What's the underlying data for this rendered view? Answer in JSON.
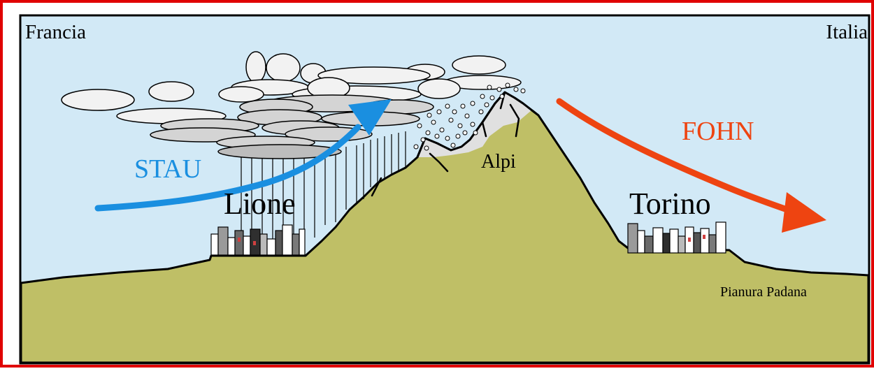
{
  "labels": {
    "francia": "Francia",
    "italia": "Italia",
    "stau": "STAU",
    "fohn": "FOHN",
    "lione": "Lione",
    "torino": "Torino",
    "alpi": "Alpi",
    "pianura_padana": "Pianura Padana"
  },
  "colors": {
    "border": "#e00000",
    "sky": "#d2e9f6",
    "ground": "#bfbf66",
    "stau_arrow": "#1a8fe0",
    "fohn_arrow": "#ee4411",
    "cloud_light": "#f2f2f2",
    "cloud_mid": "#d4d4d4",
    "cloud_dark": "#bdbdbd",
    "snow": "#e0e0e0"
  }
}
